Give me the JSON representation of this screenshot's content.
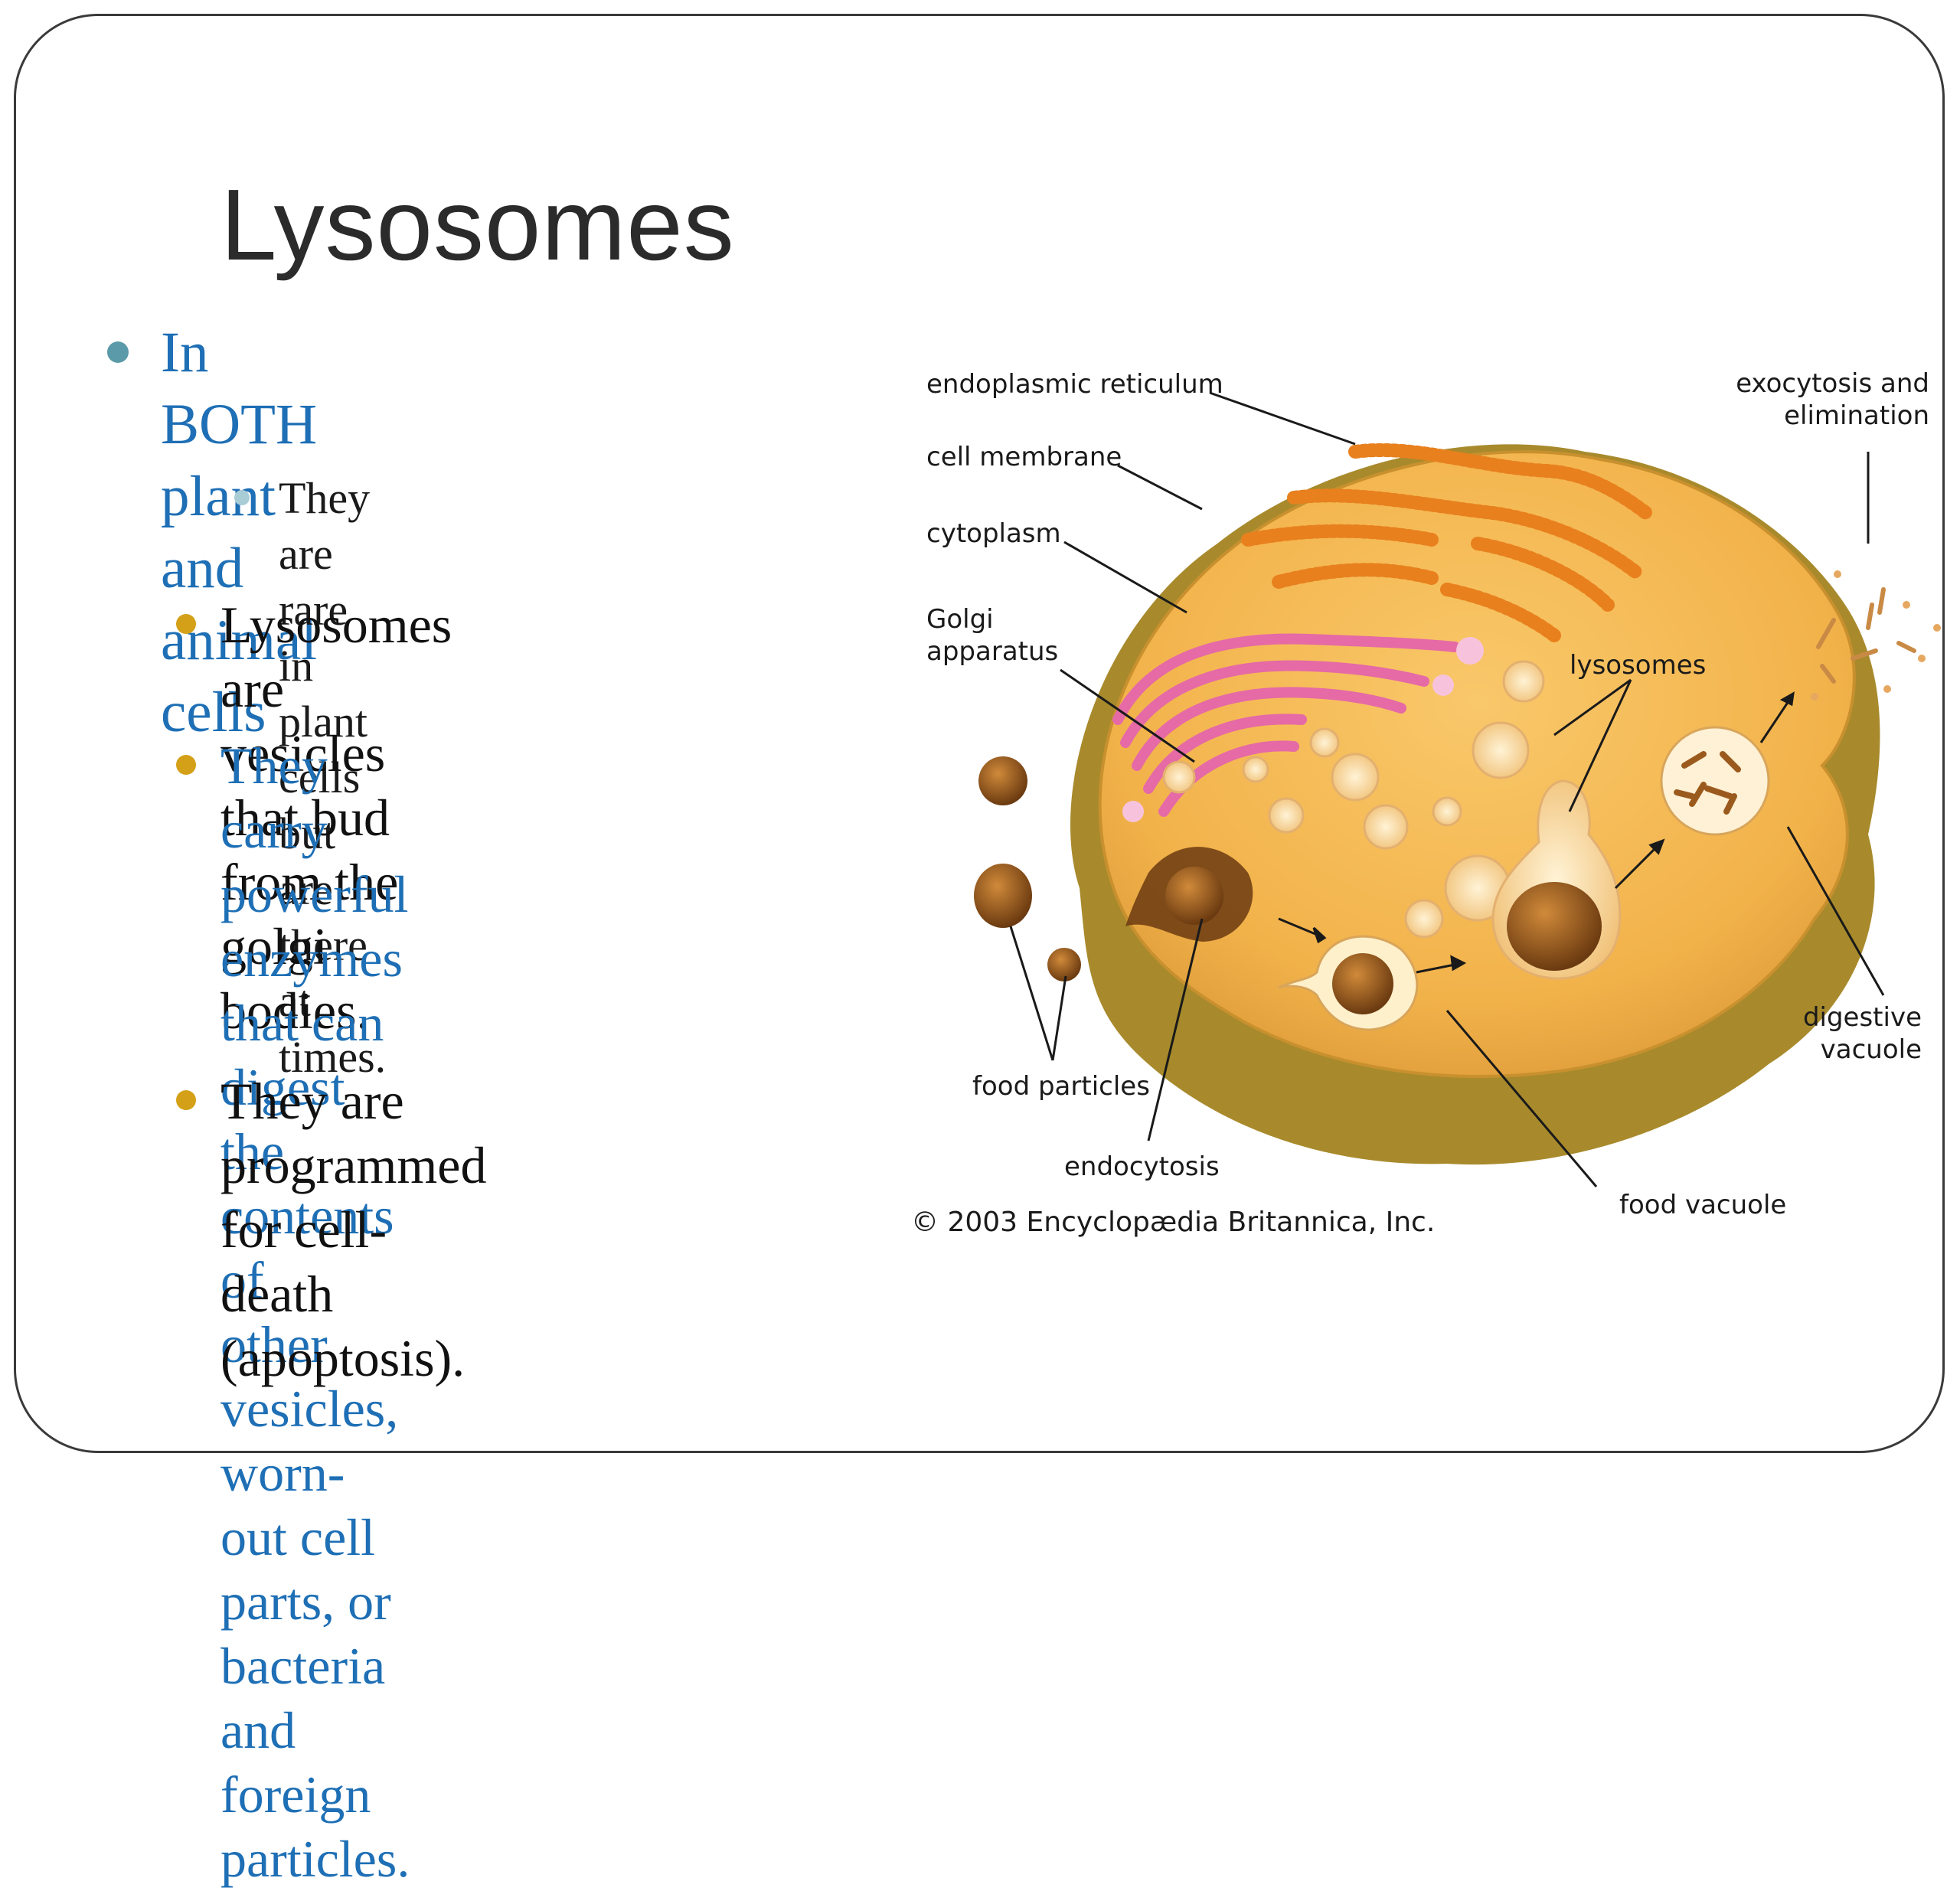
{
  "slide": {
    "title": "Lysosomes",
    "bullets": [
      {
        "line1": "In BOTH plant and animal",
        "line2": "cells"
      },
      {
        "line1": "They are rare in plant cells but",
        "line2": "are there at times."
      },
      {
        "line1": "Lysosomes are vesicles that bud",
        "line2": "from the golgi bodies."
      },
      {
        "lines": [
          "They carry powerful enzymes",
          "that can digest the contents of",
          "other vesicles, worn-out cell",
          "parts, or bacteria and foreign",
          "particles."
        ]
      },
      {
        "line1": "They are programmed for cell-",
        "line2": "death (apoptosis)."
      }
    ]
  },
  "diagram": {
    "labels": {
      "endoplasmic_reticulum": "endoplasmic reticulum",
      "cell_membrane": "cell membrane",
      "cytoplasm": "cytoplasm",
      "golgi_1": "Golgi",
      "golgi_2": "apparatus",
      "lysosomes": "lysosomes",
      "exocytosis_1": "exocytosis and",
      "exocytosis_2": "elimination",
      "digestive_1": "digestive",
      "digestive_2": "vacuole",
      "food_particles": "food particles",
      "endocytosis": "endocytosis",
      "food_vacuole": "food vacuole"
    },
    "copyright": "© 2003 Encyclopædia Britannica, Inc."
  },
  "colors": {
    "title": "#2b2b2b",
    "blue_text": "#1e6fb5",
    "bullet_teal": "#5b9aa8",
    "bullet_gold": "#d4a017",
    "cell_fill": "#f4b850",
    "cell_edge": "#b5861f",
    "er": "#e8801e",
    "golgi": "#e56aa6"
  }
}
